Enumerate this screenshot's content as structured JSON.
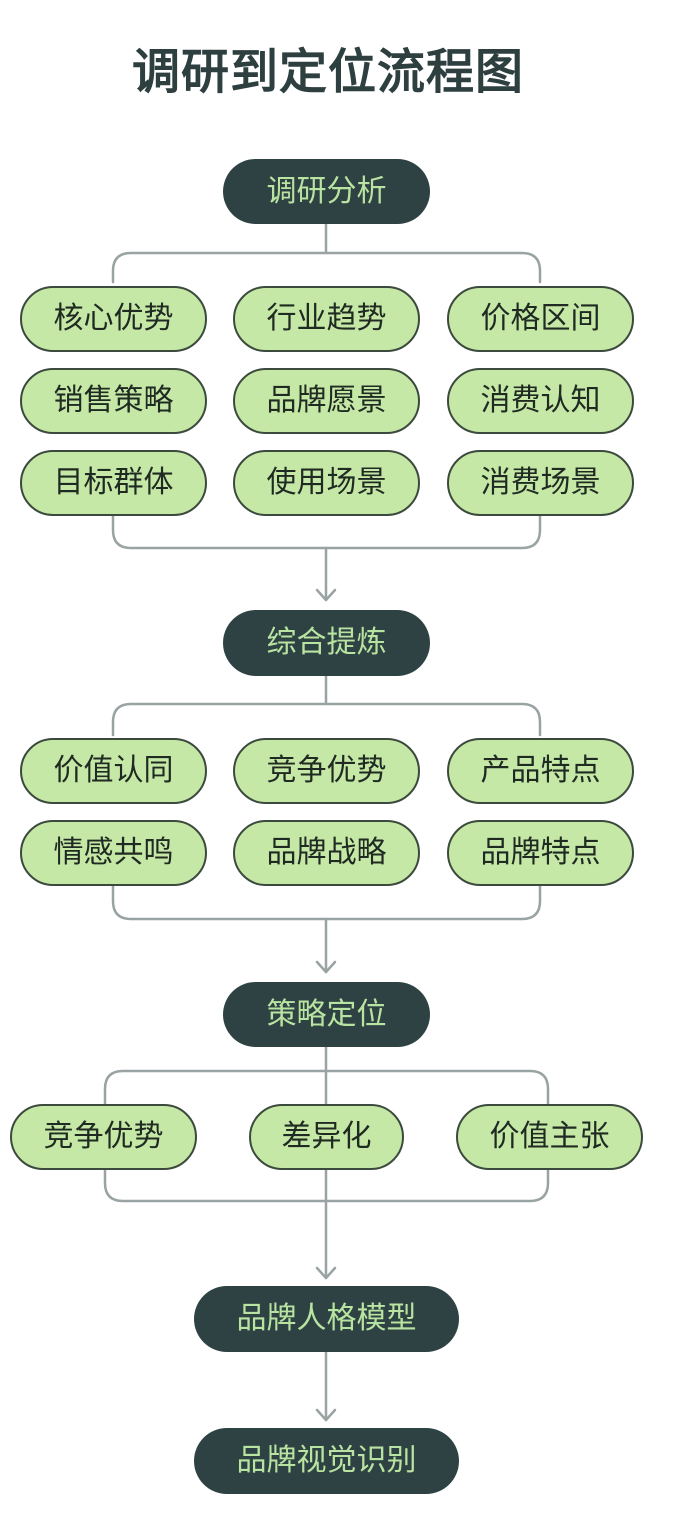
{
  "title": "调研到定位流程图",
  "colors": {
    "stage_fill": "#2e4244",
    "stage_text": "#b9e3a0",
    "item_fill": "#c6e8a6",
    "item_border": "#3b4a3d",
    "connector": "#9aa3a3",
    "title_text": "#2e3f40"
  },
  "stages": {
    "research": "调研分析",
    "synthesis": "综合提炼",
    "strategy": "策略定位",
    "personality": "品牌人格模型",
    "visual": "品牌视觉识别"
  },
  "research_items": [
    "核心优势",
    "行业趋势",
    "价格区间",
    "销售策略",
    "品牌愿景",
    "消费认知",
    "目标群体",
    "使用场景",
    "消费场景"
  ],
  "synthesis_items": [
    "价值认同",
    "竞争优势",
    "产品特点",
    "情感共鸣",
    "品牌战略",
    "品牌特点"
  ],
  "strategy_items": [
    "竞争优势",
    "差异化",
    "价值主张"
  ]
}
